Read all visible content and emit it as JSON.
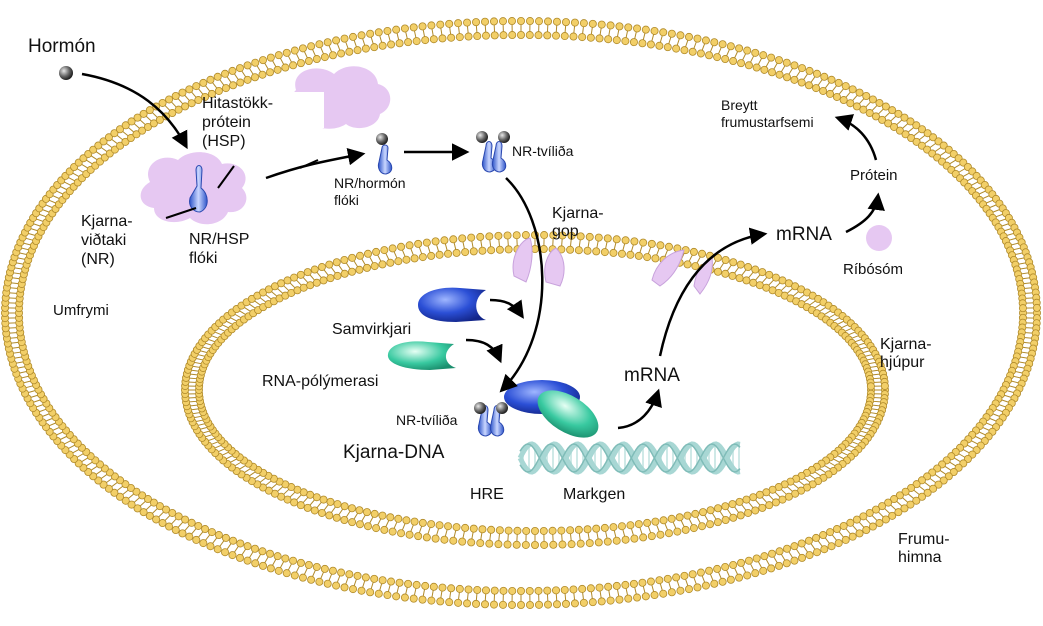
{
  "colors": {
    "membrane_head": "#f2cf68",
    "membrane_edge": "#b08a2a",
    "hsp": "#e6c8f2",
    "receptor": "#5d86e8",
    "coactivator": "#2b4fd6",
    "rna_polymerase": "#38c9a0",
    "dna": "#a8d7d4",
    "hormone": "#555555",
    "arrow": "#000000"
  },
  "labels": {
    "hormone": "Hormón",
    "hsp": [
      "Hitastökk-",
      "prótein",
      "(HSP)"
    ],
    "receptor": [
      "Kjarna-",
      "viðtaki",
      "(NR)"
    ],
    "nr_hsp_complex": [
      "NR/HSP",
      "flóki"
    ],
    "nr_hormone_complex": [
      "NR/hormón",
      "flóki"
    ],
    "nr_dimer_top": "NR-tvíliða",
    "nuclear_pore": [
      "Kjarna-",
      "gop"
    ],
    "cytoplasm": "Umfrymi",
    "coactivator": "Samvirkjari",
    "rna_polymerase": "RNA-pólýmerasi",
    "nr_dimer_bottom": "NR-tvíliða",
    "nuclear_dna": "Kjarna-DNA",
    "hre": "HRE",
    "target_gene": "Markgen",
    "mrna_inner": "mRNA",
    "mrna_outer": "mRNA",
    "ribosome": "Ríbósóm",
    "protein": "Prótein",
    "altered_function": [
      "Breytt",
      "frumustarfsemi"
    ],
    "nuclear_envelope": [
      "Kjarna-",
      "hjúpur"
    ],
    "cell_membrane": [
      "Frumu-",
      "himna"
    ]
  }
}
